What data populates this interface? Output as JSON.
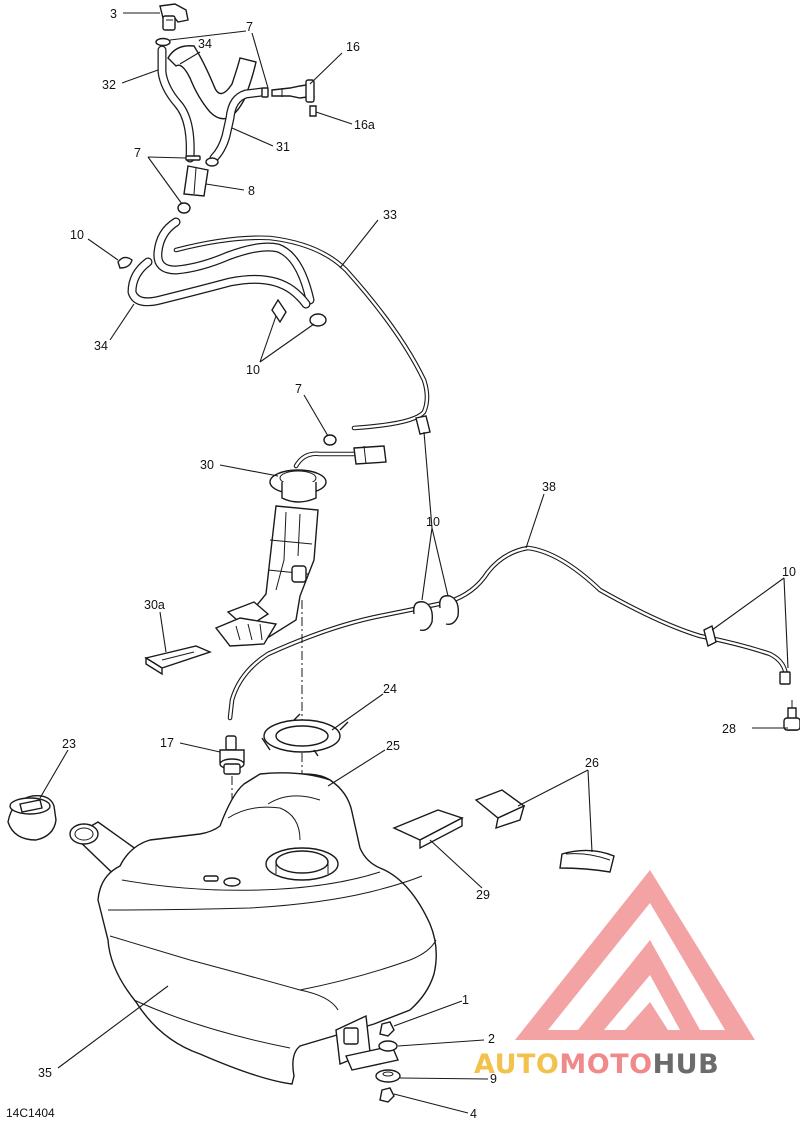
{
  "diagram": {
    "code": "14C1404",
    "callouts": [
      "1",
      "2",
      "3",
      "4",
      "7",
      "7",
      "7",
      "8",
      "9",
      "10",
      "10",
      "10",
      "10",
      "16",
      "16a",
      "17",
      "23",
      "24",
      "25",
      "26",
      "28",
      "29",
      "30",
      "30a",
      "31",
      "32",
      "33",
      "34",
      "34",
      "35",
      "38"
    ]
  },
  "watermark": {
    "part1": "AUTO",
    "part2": "MOTO",
    "part3": "HUB",
    "colors": {
      "auto": "#f2c24c",
      "moto": "#f08a8a",
      "hub": "#6b6b6b",
      "logo": "#f07f7f"
    }
  }
}
